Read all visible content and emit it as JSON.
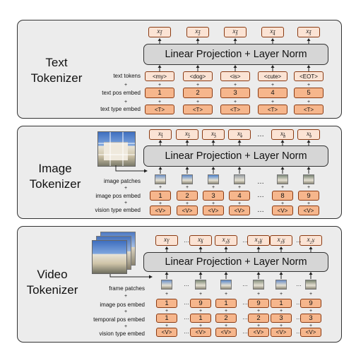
{
  "panels": {
    "text": {
      "title": "Text\nTokenizer",
      "projection": "Linear Projection + Layer Norm",
      "outputs": [
        "x_1^T",
        "x_2^T",
        "x_3^T",
        "x_4^T",
        "x_5^T"
      ],
      "row_labels": [
        "text tokens",
        "text pos embed",
        "text type embed"
      ],
      "plus": "+",
      "tokens": [
        "<my>",
        "<dog>",
        "<is>",
        "<cute>",
        "<EOT>"
      ],
      "pos": [
        "1",
        "2",
        "3",
        "4",
        "5"
      ],
      "type": [
        "<T>",
        "<T>",
        "<T>",
        "<T>",
        "<T>"
      ]
    },
    "image": {
      "title": "Image\nTokenizer",
      "projection": "Linear Projection + Layer Norm",
      "outputs": [
        "x_1^I",
        "x_2^I",
        "x_3^I",
        "x_4^I",
        "x_8^I",
        "x_9^I"
      ],
      "row_labels": [
        "image patches",
        "image pos embed",
        "vision type embed"
      ],
      "plus": "+",
      "pos": [
        "1",
        "2",
        "3",
        "4",
        "8",
        "9"
      ],
      "type": [
        "<V>",
        "<V>",
        "<V>",
        "<V>",
        "<V>",
        "<V>"
      ],
      "ellipsis": "…"
    },
    "video": {
      "title": "Video\nTokenizer",
      "projection": "Linear Projection + Layer Norm",
      "outputs": [
        "x_1^V",
        "x_9^V",
        "x_10^V",
        "x_18^V",
        "x_19^V",
        "x_27^V"
      ],
      "row_labels": [
        "frame patches",
        "image pos embed",
        "temporal pos embed",
        "vision type embed"
      ],
      "plus": "+",
      "pos": [
        "1",
        "9",
        "1",
        "9",
        "1",
        "9"
      ],
      "temporal": [
        "1",
        "1",
        "2",
        "2",
        "3",
        "3"
      ],
      "type": [
        "<V>",
        "<V>",
        "<V>",
        "<V>",
        "<V>",
        "<V>"
      ],
      "ellipsis": "…"
    }
  },
  "colors": {
    "token_fill": "#fbe3d4",
    "embed_fill": "#f6b68c",
    "token_border": "#8a3a12",
    "panel_fill": "#ececec",
    "bar_fill": "#d6d6d6"
  }
}
